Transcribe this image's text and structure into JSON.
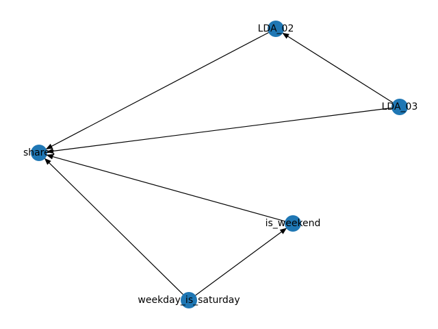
{
  "graph": {
    "node_color": "#1f77b4",
    "edge_color": "#000000",
    "directed": true,
    "nodes": [
      {
        "id": "LDA_02",
        "label": "LDA_02"
      },
      {
        "id": "LDA_03",
        "label": "LDA_03"
      },
      {
        "id": "shares",
        "label": "shares"
      },
      {
        "id": "is_weekend",
        "label": "is_weekend"
      },
      {
        "id": "weekday_is_saturday",
        "label": "weekday_is_saturday"
      }
    ],
    "edges": [
      {
        "source": "LDA_02",
        "target": "shares"
      },
      {
        "source": "LDA_03",
        "target": "LDA_02"
      },
      {
        "source": "LDA_03",
        "target": "shares"
      },
      {
        "source": "is_weekend",
        "target": "shares"
      },
      {
        "source": "weekday_is_saturday",
        "target": "shares"
      },
      {
        "source": "weekday_is_saturday",
        "target": "is_weekend"
      }
    ]
  }
}
